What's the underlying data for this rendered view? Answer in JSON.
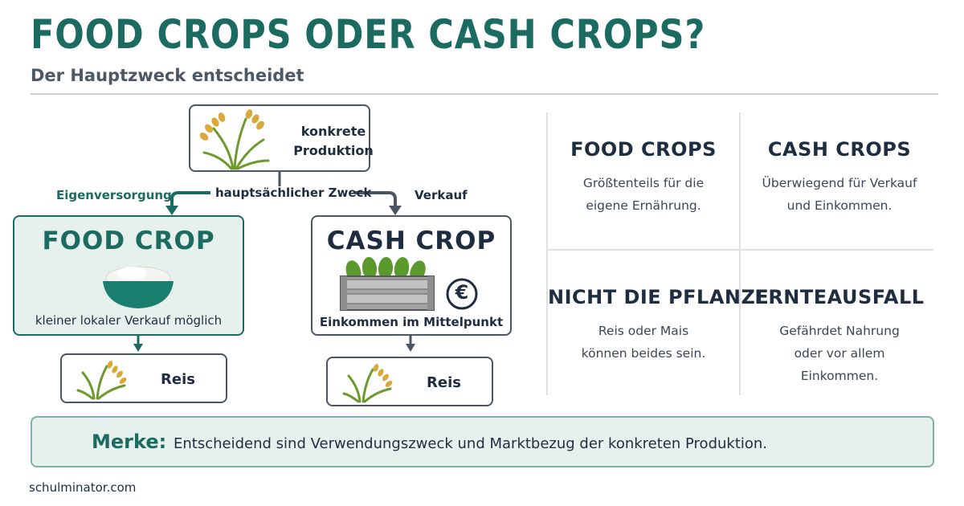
{
  "header": {
    "title": "FOOD CROPS ODER CASH CROPS?",
    "subtitle": "Der Hauptzweck entscheidet"
  },
  "flow": {
    "production_label": "konkrete Produktion",
    "purpose_label": "hauptsächlicher Zweck",
    "left_branch": "Eigenversorgung",
    "right_branch": "Verkauf",
    "food": {
      "title": "FOOD CROP",
      "caption": "kleiner lokaler Verkauf möglich",
      "result": "Reis"
    },
    "cash": {
      "title": "CASH CROP",
      "caption": "Einkommen im Mittelpunkt",
      "currency": "€",
      "result": "Reis"
    }
  },
  "grid": {
    "cells": [
      {
        "heading": "FOOD CROPS",
        "text": "Größtenteils für die eigene Ernährung."
      },
      {
        "heading": "CASH CROPS",
        "text": "Überwiegend für Verkauf und Einkommen."
      },
      {
        "heading": "NICHT DIE PFLANZE",
        "text": "Reis oder Mais können beides sein."
      },
      {
        "heading": "ERNTEAUSFALL",
        "text": "Gefährdet Nahrung oder vor allem Einkommen."
      }
    ]
  },
  "merke": {
    "label": "Merke:",
    "text": "Entscheidend sind Verwendungszweck und Marktbezug der konkreten Produktion."
  },
  "footer": {
    "site": "schulminator.com"
  },
  "colors": {
    "teal": "#1b6b61",
    "navy": "#1f2d40",
    "light_teal_bg": "#e6f1ee",
    "grey_border": "#4b5563"
  }
}
